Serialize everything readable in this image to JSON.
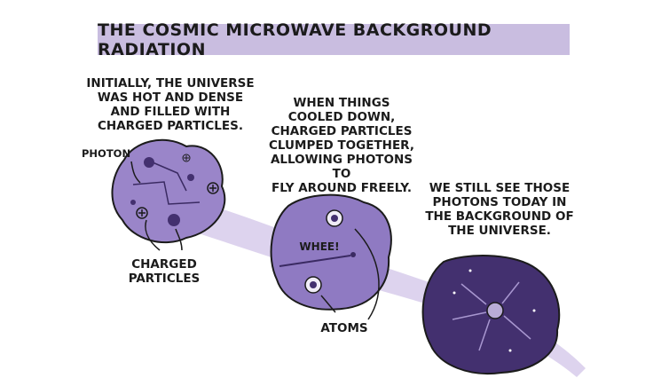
{
  "title": "THE COSMIC MICROWAVE BACKGROUND RADIATION",
  "captions": {
    "early": "INITIALLY, THE UNIVERSE\nWAS HOT AND DENSE\nAND FILLED WITH\nCHARGED PARTICLES.",
    "cooled": "WHEN THINGS\nCOOLED DOWN,\nCHARGED PARTICLES\nCLUMPED TOGETHER,\nALLOWING PHOTONS TO\nFLY AROUND FREELY.",
    "today": "WE STILL SEE THOSE\nPHOTONS TODAY IN\nTHE BACKGROUND OF\nTHE UNIVERSE."
  },
  "labels": {
    "photon": "PHOTON",
    "charged_particles": "CHARGED\nPARTICLES",
    "whee": "WHEE!",
    "atoms": "ATOMS"
  },
  "colors": {
    "title_bg": "#c9bde0",
    "band": "#ddd3ee",
    "blob_light": "#9a85c9",
    "blob_mid": "#7e69b3",
    "blob_dark": "#43306f",
    "outline": "#1b1b1b"
  }
}
